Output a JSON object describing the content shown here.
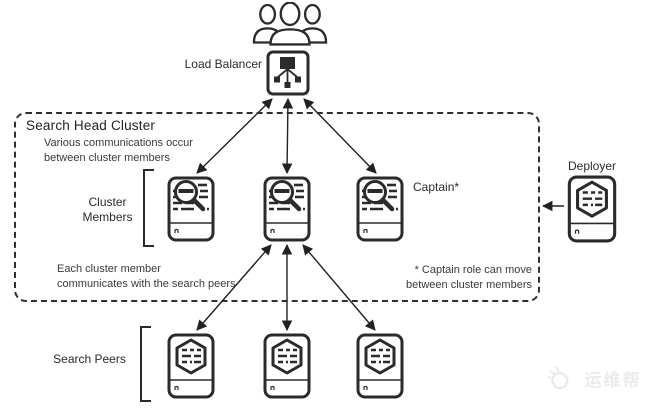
{
  "labels": {
    "load_balancer": "Load Balancer",
    "deployer": "Deployer",
    "captain": "Captain*",
    "cluster_members": "Cluster\nMembers",
    "search_peers": "Search Peers"
  },
  "cluster_box": {
    "title": "Search Head Cluster",
    "note_communications": "Various communications occur\nbetween cluster members",
    "note_search_peers": "Each cluster member\ncommunicates with the search peers",
    "note_captain": "* Captain role can move\nbetween cluster members"
  },
  "watermark": {
    "text": "运维帮"
  },
  "icons": {
    "users": "users-group-icon",
    "load_balancer": "load-balancer-icon",
    "search_head": "search-head-magnifier-icon",
    "indexer": "indexer-hexagon-icon",
    "watermark_logo": "megaphone-logo-icon"
  },
  "colors": {
    "stroke": "#2b2b2b",
    "background": "#ffffff",
    "watermark": "#ebebeb"
  }
}
